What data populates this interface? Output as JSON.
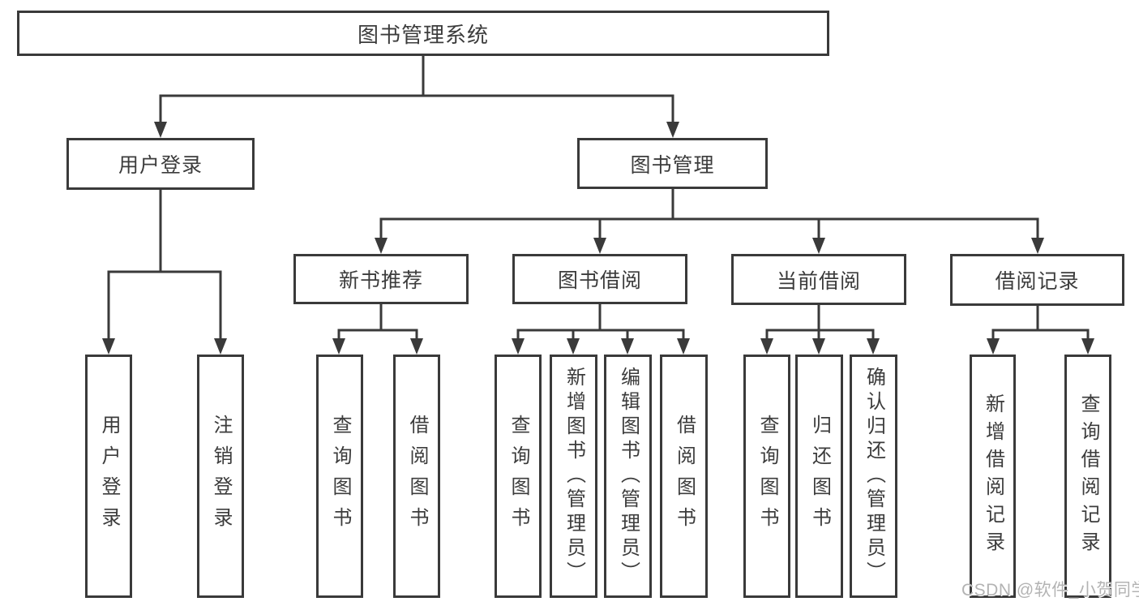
{
  "diagram": {
    "type": "hierarchy-tree",
    "title": "图书管理系统",
    "watermark": "CSDN @软件_小贺同学",
    "colors": {
      "line": "#3a3a3a",
      "text": "#3c3c3c",
      "background": "#ffffff",
      "watermark": "#b3b3b3"
    }
  },
  "nodes": {
    "root": {
      "label": "图书管理系统"
    },
    "user_login": {
      "label": "用户登录"
    },
    "book_management": {
      "label": "图书管理"
    },
    "new_book_recommend": {
      "label": "新书推荐"
    },
    "book_borrow": {
      "label": "图书借阅"
    },
    "current_borrow": {
      "label": "当前借阅"
    },
    "borrow_record": {
      "label": "借阅记录"
    },
    "ul_user_login": {
      "label": "用户登录"
    },
    "ul_logout": {
      "label": "注销登录"
    },
    "nbr_query_book": {
      "label": "查询图书"
    },
    "nbr_borrow_book": {
      "label": "借阅图书"
    },
    "bb_query_book": {
      "label": "查询图书"
    },
    "bb_add_book_admin": {
      "label": "新增图书（管理员）"
    },
    "bb_edit_book_admin": {
      "label": "编辑图书（管理员）"
    },
    "bb_borrow_book": {
      "label": "借阅图书"
    },
    "cb_query_book": {
      "label": "查询图书"
    },
    "cb_return_book": {
      "label": "归还图书"
    },
    "cb_confirm_return_admin": {
      "label": "确认归还（管理员）"
    },
    "br_add_record": {
      "label": "新增借阅记录"
    },
    "br_query_record": {
      "label": "查询借阅记录"
    }
  },
  "edges": [
    [
      "root",
      "user_login"
    ],
    [
      "root",
      "book_management"
    ],
    [
      "user_login",
      "ul_user_login"
    ],
    [
      "user_login",
      "ul_logout"
    ],
    [
      "book_management",
      "new_book_recommend"
    ],
    [
      "book_management",
      "book_borrow"
    ],
    [
      "book_management",
      "current_borrow"
    ],
    [
      "book_management",
      "borrow_record"
    ],
    [
      "new_book_recommend",
      "nbr_query_book"
    ],
    [
      "new_book_recommend",
      "nbr_borrow_book"
    ],
    [
      "book_borrow",
      "bb_query_book"
    ],
    [
      "book_borrow",
      "bb_add_book_admin"
    ],
    [
      "book_borrow",
      "bb_edit_book_admin"
    ],
    [
      "book_borrow",
      "bb_borrow_book"
    ],
    [
      "current_borrow",
      "cb_query_book"
    ],
    [
      "current_borrow",
      "cb_return_book"
    ],
    [
      "current_borrow",
      "cb_confirm_return_admin"
    ],
    [
      "borrow_record",
      "br_add_record"
    ],
    [
      "borrow_record",
      "br_query_record"
    ]
  ]
}
